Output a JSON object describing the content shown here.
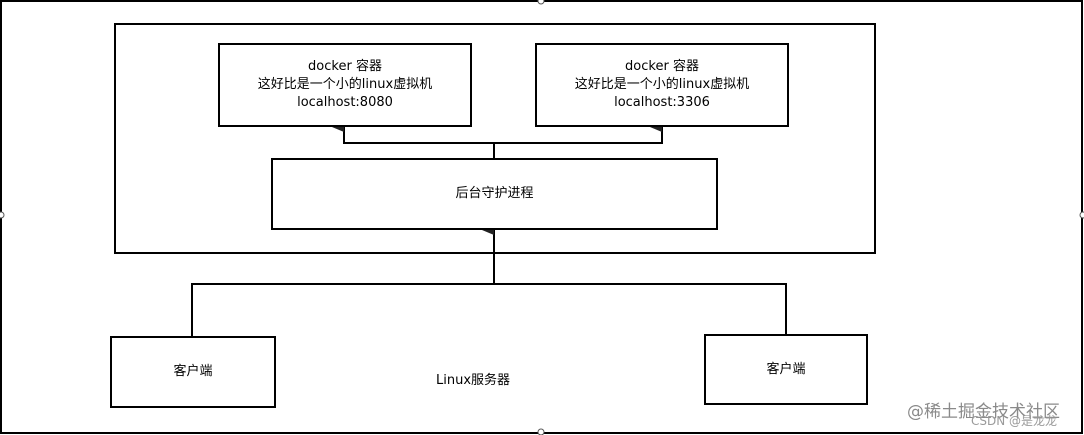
{
  "server_label": "Linux服务器",
  "daemon_label": "后台守护进程",
  "containers": [
    {
      "line1": "docker 容器",
      "line2": "这好比是一个小的linux虚拟机",
      "line3": "localhost:8080"
    },
    {
      "line1": "docker 容器",
      "line2": "这好比是一个小的linux虚拟机",
      "line3": "localhost:3306"
    }
  ],
  "clients": [
    {
      "label": "客户端"
    },
    {
      "label": "客户端"
    }
  ],
  "watermark": {
    "main": "@稀土掘金技术社区",
    "sub": "CSDN @是龙龙"
  },
  "colors": {
    "stroke": "#000000",
    "background": "#ffffff",
    "watermark": "#8a8a8a"
  }
}
